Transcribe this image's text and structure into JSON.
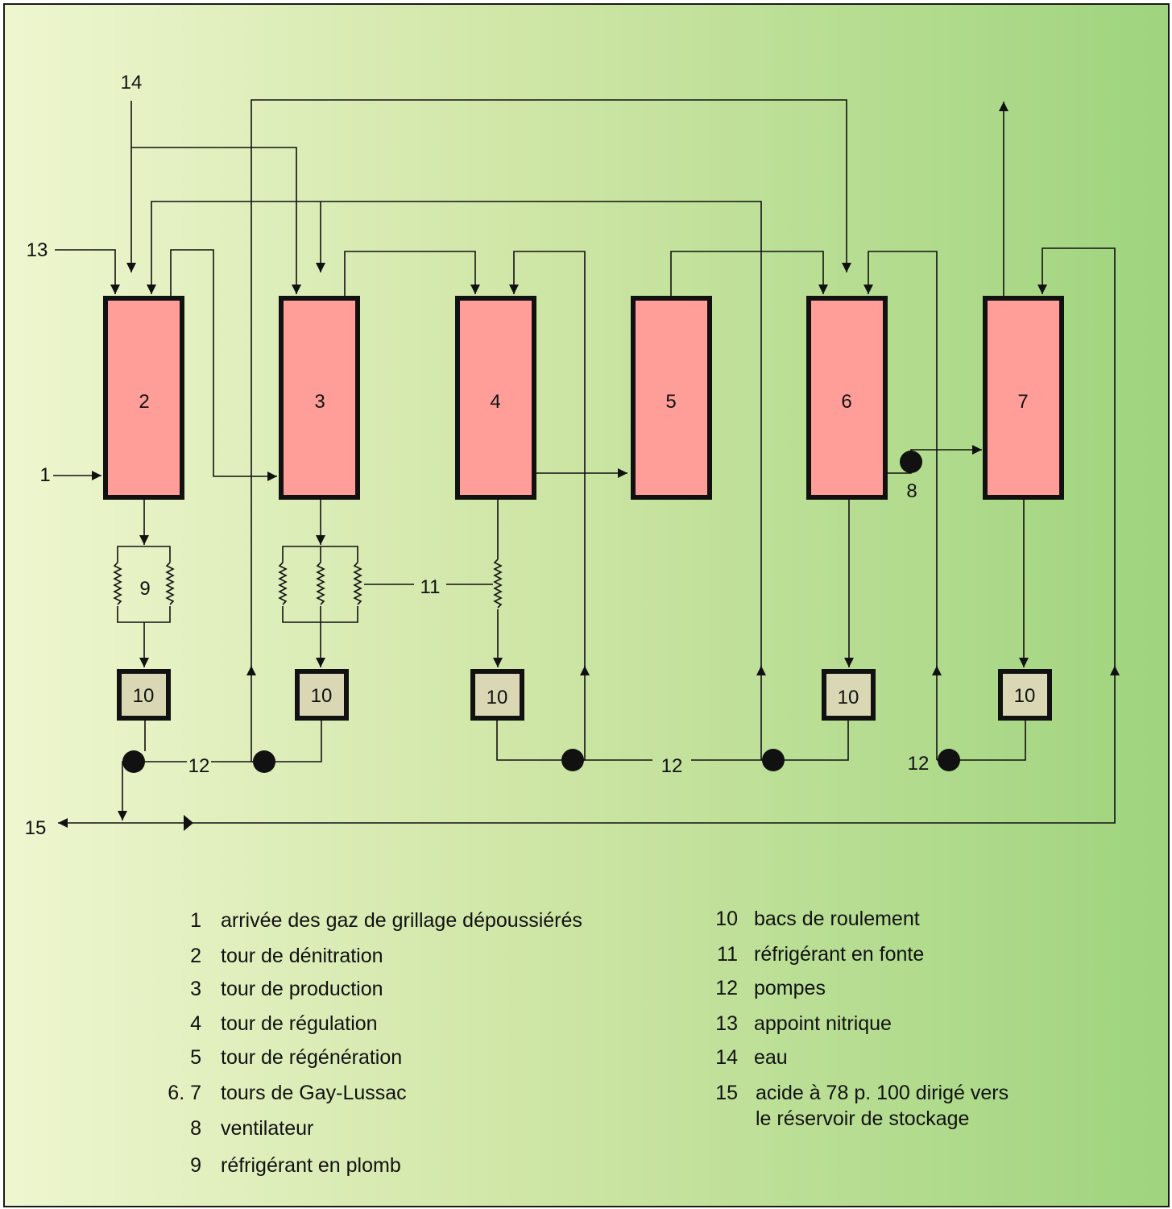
{
  "diagram": {
    "towers": [
      {
        "label": "2"
      },
      {
        "label": "3"
      },
      {
        "label": "4"
      },
      {
        "label": "5"
      },
      {
        "label": "6"
      },
      {
        "label": "7"
      }
    ],
    "tanks": [
      {
        "label": "10"
      },
      {
        "label": "10"
      },
      {
        "label": "10"
      },
      {
        "label": "10"
      },
      {
        "label": "10"
      }
    ],
    "callouts": {
      "water": "14",
      "nitric": "13",
      "gas_inlet": "1",
      "lead_cooler": "9",
      "cast_iron_cooler": "11",
      "fan": "8",
      "pumps_a": "12",
      "pumps_b": "12",
      "pumps_c": "12",
      "acid_out": "15"
    }
  },
  "legend": {
    "left": [
      {
        "num": "1",
        "text": "arrivée des gaz de grillage dépoussiérés"
      },
      {
        "num": "2",
        "text": "tour de dénitration"
      },
      {
        "num": "3",
        "text": "tour de production"
      },
      {
        "num": "4",
        "text": "tour de régulation"
      },
      {
        "num": "5",
        "text": "tour de régénération"
      },
      {
        "num": "6. 7",
        "text": "tours de Gay-Lussac"
      },
      {
        "num": "8",
        "text": "ventilateur"
      },
      {
        "num": "9",
        "text": "réfrigérant en plomb"
      }
    ],
    "right": [
      {
        "num": "10",
        "text": "bacs de roulement"
      },
      {
        "num": "11",
        "text": "réfrigérant en fonte"
      },
      {
        "num": "12",
        "text": "pompes"
      },
      {
        "num": "13",
        "text": "appoint nitrique"
      },
      {
        "num": "14",
        "text": "eau"
      },
      {
        "num": "15",
        "text": "acide à 78 p. 100 dirigé vers",
        "text2": "le réservoir de stockage"
      }
    ]
  }
}
